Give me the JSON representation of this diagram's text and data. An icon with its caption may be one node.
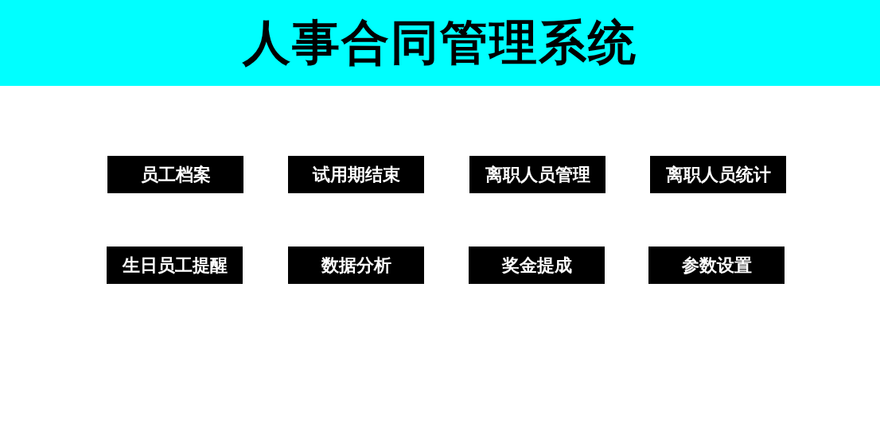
{
  "diagram": {
    "title": "人事合同管理系统",
    "nodes": [
      {
        "text": [
          "员工档案"
        ]
      },
      {
        "text": [
          "试用期结束"
        ]
      },
      {
        "text": [
          "离职人员管理"
        ]
      },
      {
        "text": [
          "离职人员统计"
        ]
      },
      {
        "text": [
          "生日员工提醒"
        ]
      },
      {
        "text": [
          "数据分析"
        ]
      },
      {
        "text": [
          "奖金提成"
        ]
      },
      {
        "text": [
          "参数设置"
        ]
      }
    ]
  }
}
